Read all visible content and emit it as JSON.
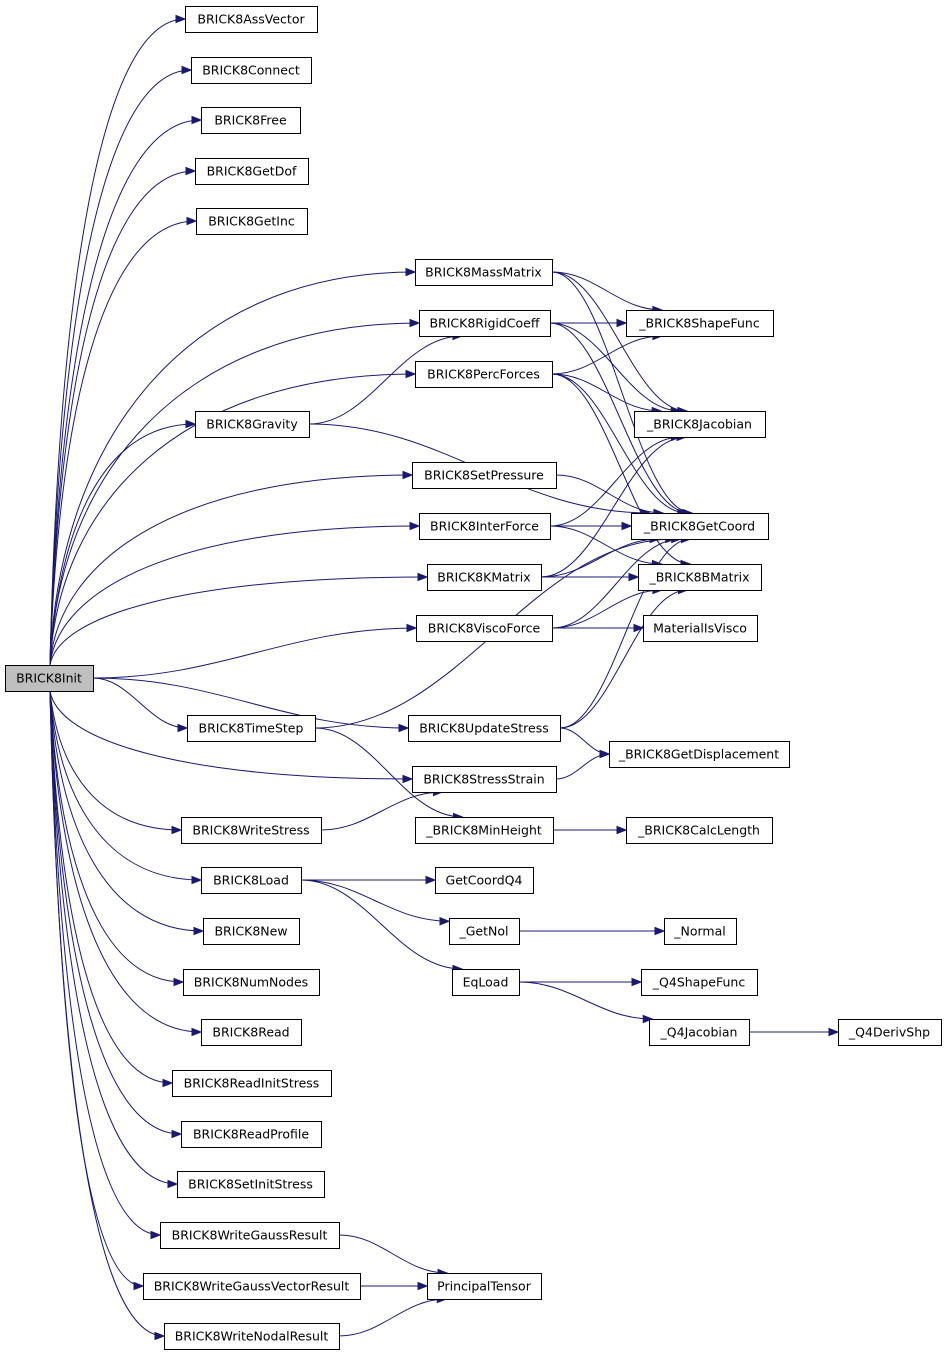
{
  "nodes": [
    {
      "id": "init",
      "label": "BRICK8Init",
      "root": true
    },
    {
      "id": "assvector",
      "label": "BRICK8AssVector"
    },
    {
      "id": "connect",
      "label": "BRICK8Connect"
    },
    {
      "id": "free",
      "label": "BRICK8Free"
    },
    {
      "id": "getdof",
      "label": "BRICK8GetDof"
    },
    {
      "id": "getinc",
      "label": "BRICK8GetInc"
    },
    {
      "id": "massmatrix",
      "label": "BRICK8MassMatrix"
    },
    {
      "id": "rigidcoeff",
      "label": "BRICK8RigidCoeff"
    },
    {
      "id": "percforces",
      "label": "BRICK8PercForces"
    },
    {
      "id": "gravity",
      "label": "BRICK8Gravity"
    },
    {
      "id": "setpressure",
      "label": "BRICK8SetPressure"
    },
    {
      "id": "interforce",
      "label": "BRICK8InterForce"
    },
    {
      "id": "kmatrix",
      "label": "BRICK8KMatrix"
    },
    {
      "id": "viscoforce",
      "label": "BRICK8ViscoForce"
    },
    {
      "id": "timestep",
      "label": "BRICK8TimeStep"
    },
    {
      "id": "updatestress",
      "label": "BRICK8UpdateStress"
    },
    {
      "id": "stressstrain",
      "label": "BRICK8StressStrain"
    },
    {
      "id": "writestress",
      "label": "BRICK8WriteStress"
    },
    {
      "id": "minheight",
      "label": "_BRICK8MinHeight"
    },
    {
      "id": "load",
      "label": "BRICK8Load"
    },
    {
      "id": "new",
      "label": "BRICK8New"
    },
    {
      "id": "numnodes",
      "label": "BRICK8NumNodes"
    },
    {
      "id": "read",
      "label": "BRICK8Read"
    },
    {
      "id": "readinitstress",
      "label": "BRICK8ReadInitStress"
    },
    {
      "id": "readprofile",
      "label": "BRICK8ReadProfile"
    },
    {
      "id": "setinitstress",
      "label": "BRICK8SetInitStress"
    },
    {
      "id": "writegaussresult",
      "label": "BRICK8WriteGaussResult"
    },
    {
      "id": "writegaussvectorresult",
      "label": "BRICK8WriteGaussVectorResult"
    },
    {
      "id": "writenodalresult",
      "label": "BRICK8WriteNodalResult"
    },
    {
      "id": "shapefunc",
      "label": "_BRICK8ShapeFunc"
    },
    {
      "id": "jacobian",
      "label": "_BRICK8Jacobian"
    },
    {
      "id": "getcoord",
      "label": "_BRICK8GetCoord"
    },
    {
      "id": "bmatrix",
      "label": "_BRICK8BMatrix"
    },
    {
      "id": "materialisvisco",
      "label": "MaterialIsVisco"
    },
    {
      "id": "getdisplacement",
      "label": "_BRICK8GetDisplacement"
    },
    {
      "id": "calclength",
      "label": "_BRICK8CalcLength"
    },
    {
      "id": "getcoordq4",
      "label": "GetCoordQ4"
    },
    {
      "id": "getnol",
      "label": "_GetNol"
    },
    {
      "id": "normal",
      "label": "_Normal"
    },
    {
      "id": "eqload",
      "label": "EqLoad"
    },
    {
      "id": "q4shapefunc",
      "label": "_Q4ShapeFunc"
    },
    {
      "id": "q4jacobian",
      "label": "_Q4Jacobian"
    },
    {
      "id": "q4derivshp",
      "label": "_Q4DerivShp"
    },
    {
      "id": "principaltensor",
      "label": "PrincipalTensor"
    }
  ],
  "edges": [
    {
      "from": "init",
      "to": "assvector"
    },
    {
      "from": "init",
      "to": "connect"
    },
    {
      "from": "init",
      "to": "free"
    },
    {
      "from": "init",
      "to": "getdof"
    },
    {
      "from": "init",
      "to": "getinc"
    },
    {
      "from": "init",
      "to": "massmatrix"
    },
    {
      "from": "init",
      "to": "rigidcoeff"
    },
    {
      "from": "init",
      "to": "percforces"
    },
    {
      "from": "init",
      "to": "gravity"
    },
    {
      "from": "init",
      "to": "setpressure"
    },
    {
      "from": "init",
      "to": "interforce"
    },
    {
      "from": "init",
      "to": "kmatrix"
    },
    {
      "from": "init",
      "to": "viscoforce"
    },
    {
      "from": "init",
      "to": "updatestress"
    },
    {
      "from": "init",
      "to": "timestep"
    },
    {
      "from": "init",
      "to": "stressstrain"
    },
    {
      "from": "init",
      "to": "writestress"
    },
    {
      "from": "init",
      "to": "load"
    },
    {
      "from": "init",
      "to": "new"
    },
    {
      "from": "init",
      "to": "numnodes"
    },
    {
      "from": "init",
      "to": "read"
    },
    {
      "from": "init",
      "to": "readinitstress"
    },
    {
      "from": "init",
      "to": "readprofile"
    },
    {
      "from": "init",
      "to": "setinitstress"
    },
    {
      "from": "init",
      "to": "writegaussresult"
    },
    {
      "from": "init",
      "to": "writegaussvectorresult"
    },
    {
      "from": "init",
      "to": "writenodalresult"
    },
    {
      "from": "massmatrix",
      "to": "shapefunc"
    },
    {
      "from": "massmatrix",
      "to": "jacobian"
    },
    {
      "from": "massmatrix",
      "to": "getcoord"
    },
    {
      "from": "rigidcoeff",
      "to": "shapefunc"
    },
    {
      "from": "rigidcoeff",
      "to": "jacobian"
    },
    {
      "from": "rigidcoeff",
      "to": "getcoord"
    },
    {
      "from": "percforces",
      "to": "shapefunc"
    },
    {
      "from": "percforces",
      "to": "jacobian"
    },
    {
      "from": "percforces",
      "to": "getcoord"
    },
    {
      "from": "percforces",
      "to": "bmatrix"
    },
    {
      "from": "gravity",
      "to": "rigidcoeff"
    },
    {
      "from": "gravity",
      "to": "getcoord"
    },
    {
      "from": "setpressure",
      "to": "getcoord"
    },
    {
      "from": "interforce",
      "to": "jacobian"
    },
    {
      "from": "interforce",
      "to": "getcoord"
    },
    {
      "from": "interforce",
      "to": "bmatrix"
    },
    {
      "from": "kmatrix",
      "to": "jacobian"
    },
    {
      "from": "kmatrix",
      "to": "getcoord"
    },
    {
      "from": "kmatrix",
      "to": "bmatrix"
    },
    {
      "from": "viscoforce",
      "to": "getcoord"
    },
    {
      "from": "viscoforce",
      "to": "bmatrix"
    },
    {
      "from": "viscoforce",
      "to": "materialisvisco"
    },
    {
      "from": "timestep",
      "to": "getcoord"
    },
    {
      "from": "timestep",
      "to": "minheight"
    },
    {
      "from": "updatestress",
      "to": "getcoord"
    },
    {
      "from": "updatestress",
      "to": "bmatrix"
    },
    {
      "from": "updatestress",
      "to": "getdisplacement"
    },
    {
      "from": "stressstrain",
      "to": "getdisplacement"
    },
    {
      "from": "writestress",
      "to": "stressstrain"
    },
    {
      "from": "minheight",
      "to": "calclength"
    },
    {
      "from": "load",
      "to": "getcoordq4"
    },
    {
      "from": "load",
      "to": "getnol"
    },
    {
      "from": "load",
      "to": "eqload"
    },
    {
      "from": "getnol",
      "to": "normal"
    },
    {
      "from": "eqload",
      "to": "q4shapefunc"
    },
    {
      "from": "eqload",
      "to": "q4jacobian"
    },
    {
      "from": "q4jacobian",
      "to": "q4derivshp"
    },
    {
      "from": "writegaussresult",
      "to": "principaltensor"
    },
    {
      "from": "writegaussvectorresult",
      "to": "principaltensor"
    },
    {
      "from": "writenodalresult",
      "to": "principaltensor"
    }
  ],
  "colors": {
    "edge": "#191970",
    "node_border": "#000000",
    "root_fill": "#bfbfbf",
    "node_fill": "#ffffff"
  }
}
